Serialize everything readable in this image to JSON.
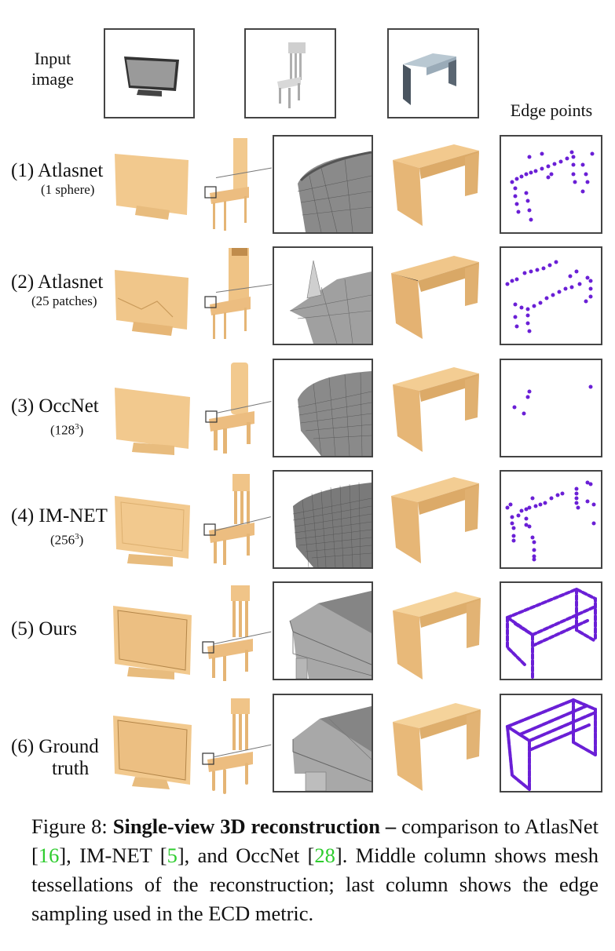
{
  "header": {
    "input_label_line1": "Input",
    "input_label_line2": "image",
    "edge_points_label": "Edge points"
  },
  "rows": [
    {
      "label": "(1) Atlasnet",
      "sublabel": "(1 sphere)"
    },
    {
      "label": "(2) Atlasnet",
      "sublabel": "(25 patches)"
    },
    {
      "label": "(3) OccNet",
      "sublabel_base": "(128",
      "sublabel_sup": "3",
      "sublabel_end": ")"
    },
    {
      "label": "(4) IM-NET",
      "sublabel_base": "(256",
      "sublabel_sup": "3",
      "sublabel_end": ")"
    },
    {
      "label": "(5) Ours"
    },
    {
      "label": "(6) Ground",
      "label_line2": "truth"
    }
  ],
  "caption": {
    "prefix": "Figure 8: ",
    "bold": "Single-view 3D reconstruction –",
    "text1": " comparison to AtlasNet [",
    "ref1": "16",
    "text2": "], IM-NET [",
    "ref2": "5",
    "text3": "], and OccNet [",
    "ref3": "28",
    "text4": "]. Middle column shows mesh tessellations of the reconstruction; last column shows the edge sampling used in the ECD metric."
  },
  "colors": {
    "wood": "#f2c98e",
    "wood_dark": "#d9a866",
    "mesh_gray": "#8a8a8a",
    "edge_point": "#6a1fd6",
    "ref_green": "#2ecc2e",
    "frame": "#444444"
  }
}
